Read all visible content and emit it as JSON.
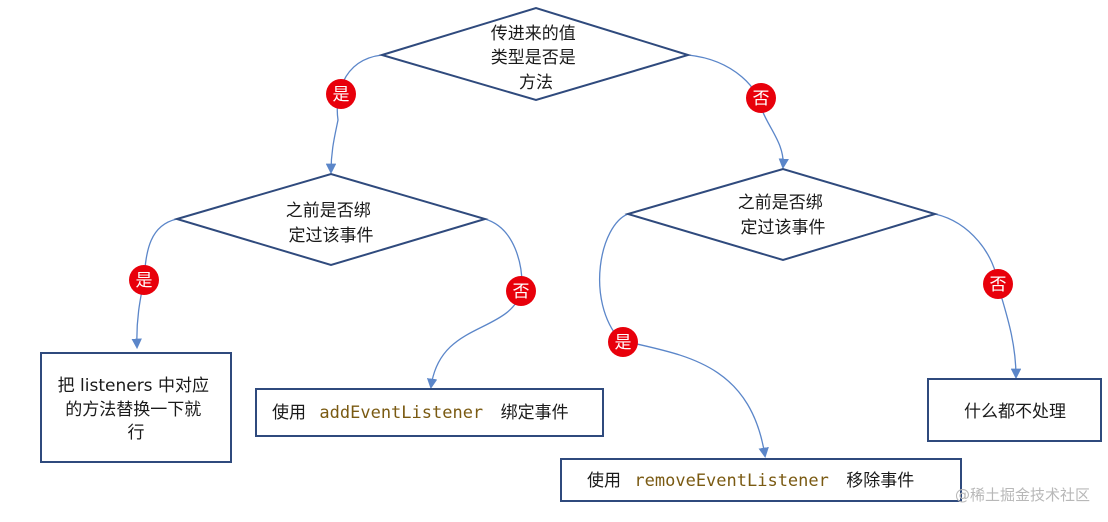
{
  "colors": {
    "node_stroke": "#2f4a7d",
    "edge_stroke": "#5b86c9",
    "badge_fill": "#e8000b",
    "code_text": "#7a5a12"
  },
  "nodes": {
    "root": {
      "lines": [
        "传进来的值",
        "类型是否是",
        "方法"
      ]
    },
    "bound_left": {
      "lines": [
        "之前是否绑",
        "定过该事件"
      ]
    },
    "bound_right": {
      "lines": [
        "之前是否绑",
        "定过该事件"
      ]
    },
    "replace_box": {
      "lines": [
        "把 listeners 中对应",
        "的方法替换一下就",
        "行"
      ]
    },
    "add_box": {
      "prefix": "使用",
      "code": "addEventListener",
      "suffix": "绑定事件"
    },
    "remove_box": {
      "prefix": "使用",
      "code": "removeEventListener",
      "suffix": "移除事件"
    },
    "nothing_box": {
      "text": "什么都不处理"
    }
  },
  "edge_labels": {
    "root_yes": "是",
    "root_no": "否",
    "left_yes": "是",
    "left_no": "否",
    "right_yes": "是",
    "right_no": "否"
  },
  "watermark": "@稀土掘金技术社区"
}
